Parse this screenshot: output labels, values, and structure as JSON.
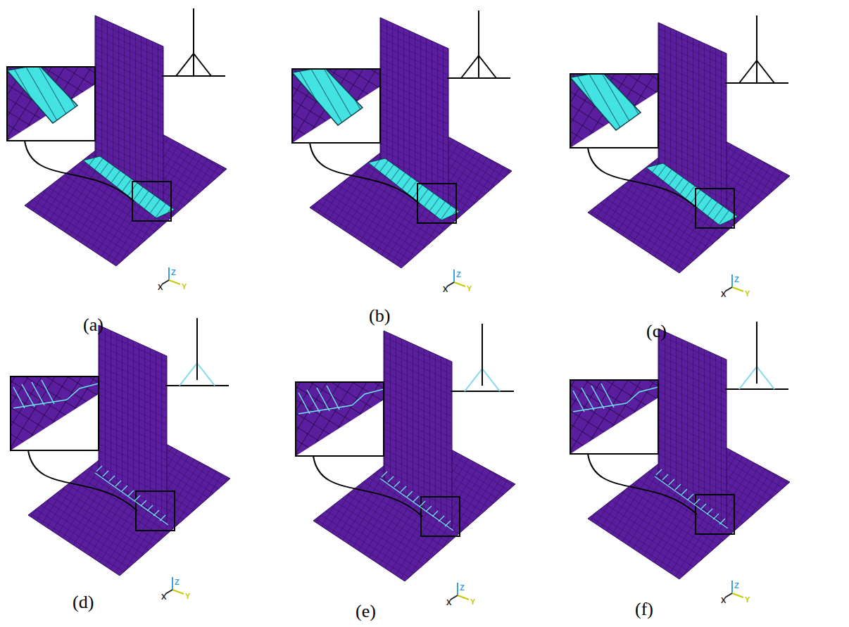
{
  "diagram": {
    "labels": [
      "(a)",
      "Z",
      "X",
      "Y",
      "(b)",
      "Z",
      "X",
      "Y",
      "(c)",
      "Z",
      "X",
      "Y",
      "(d)",
      "Z",
      "X",
      "Y",
      "(e)",
      "Z",
      "X",
      "Y",
      "(f)",
      "Z",
      "X",
      "Y"
    ]
  }
}
